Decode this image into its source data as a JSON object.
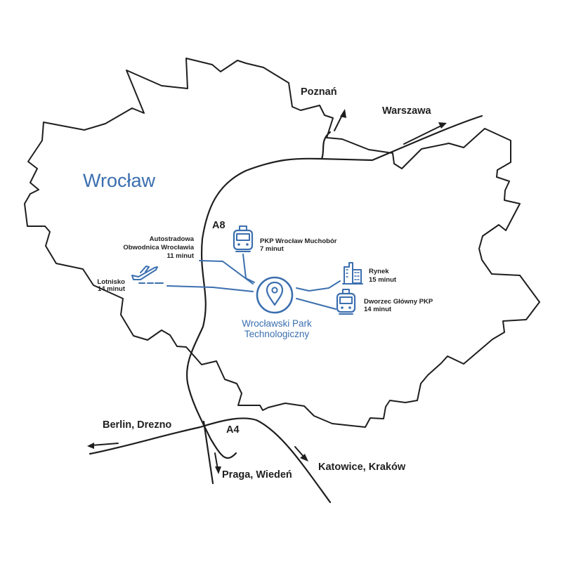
{
  "city": {
    "name": "Wrocław",
    "color": "#3b6faf"
  },
  "park": {
    "line1": "Wrocławski Park",
    "line2": "Technologiczny",
    "icon": "map-pin-icon"
  },
  "roads": {
    "a8": "A8",
    "a4": "A4"
  },
  "destinations": {
    "poznan": "Poznań",
    "warszawa": "Warszawa",
    "berlin": "Berlin, Drezno",
    "praga": "Praga, Wiedeń",
    "katowice": "Katowice, Kraków"
  },
  "pois": [
    {
      "id": "pkp-muchobor",
      "icon": "train-icon",
      "name": "PKP Wrocław Muchobór",
      "time": "7 minut"
    },
    {
      "id": "ring-road",
      "icon": "",
      "name_line1": "Autostradowa",
      "name_line2": "Obwodnica Wrocławia",
      "time": "11 minut"
    },
    {
      "id": "airport",
      "icon": "airplane-icon",
      "name": "Lotnisko",
      "time": "14 minut"
    },
    {
      "id": "rynek",
      "icon": "buildings-icon",
      "name": "Rynek",
      "time": "15 minut"
    },
    {
      "id": "main-station",
      "icon": "train-icon",
      "name": "Dworzec Główny PKP",
      "time": "14 minut"
    }
  ],
  "colors": {
    "accent": "#3b6faf",
    "ink": "#1e1e1e"
  }
}
